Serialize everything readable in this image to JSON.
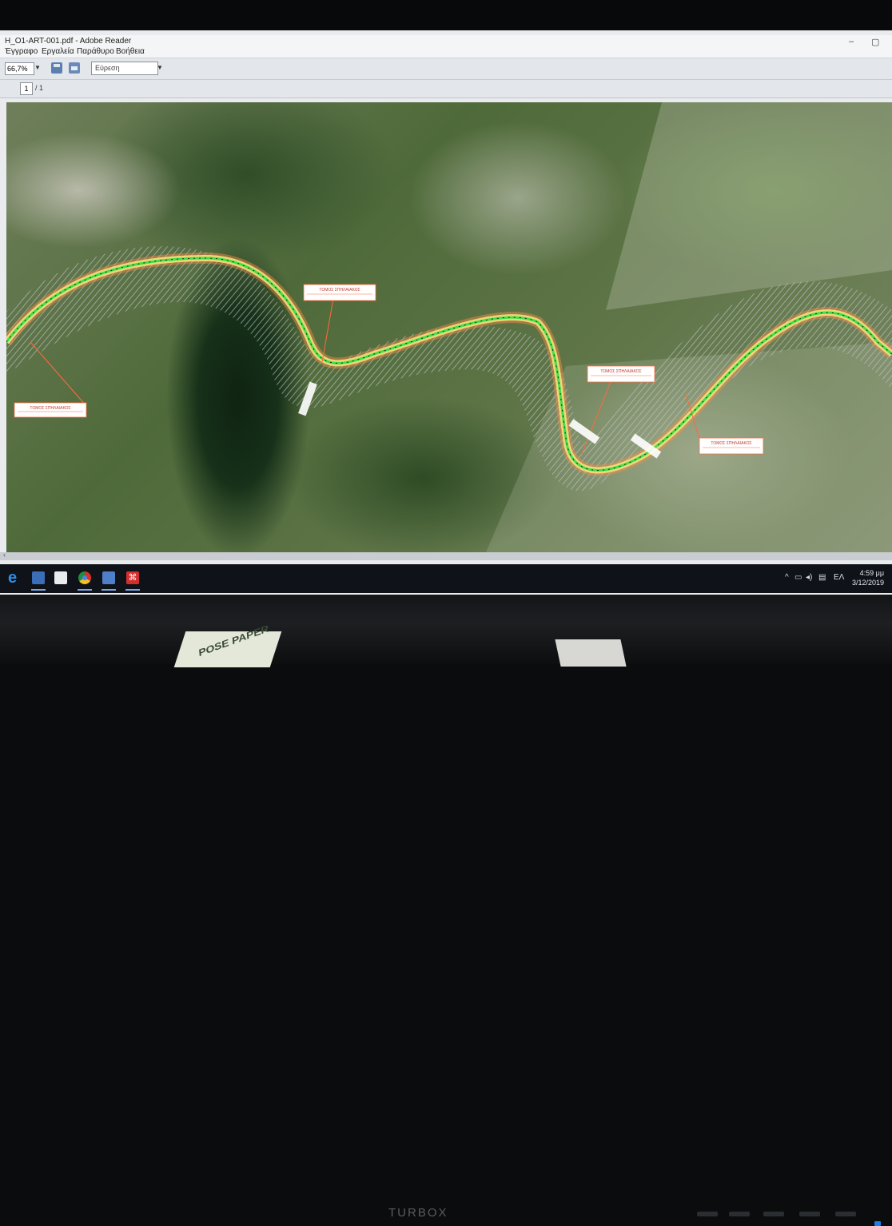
{
  "window": {
    "title": "H_O1-ART-001.pdf - Adobe Reader",
    "menu": [
      "Έγγραφο",
      "Εργαλεία",
      "Παράθυρο",
      "Βοήθεια"
    ],
    "minimize": "–",
    "restore": "▢"
  },
  "toolbar": {
    "zoom": "66,7%",
    "search_placeholder": "Εύρεση"
  },
  "nav": {
    "page_current": "1",
    "page_total": "/ 1"
  },
  "map_labels": [
    {
      "title": "ΤΟΜΟΣ ΣΠΗΛΑΙΑΚΟΣ"
    },
    {
      "title": "ΤΟΜΟΣ ΣΠΗΛΑΙΑΚΟΣ"
    },
    {
      "title": "ΤΟΜΟΣ ΣΠΗΛΑΙΑΚΟΣ"
    },
    {
      "title": "ΤΟΜΟΣ ΣΠΗΛΑΙΑΚΟΣ"
    }
  ],
  "taskbar": {
    "tray_language": "ΕΛ",
    "time": "4:59 μμ",
    "date": "3/12/2019"
  },
  "monitor": {
    "brand": "TURBOX",
    "paper_text": "POSE PAPER"
  },
  "colors": {
    "road_green": "#3fe04a",
    "road_yellow": "#f3e27a",
    "road_red": "#ff6a3d",
    "hatch_gray": "#b9bcc2",
    "taskbar": "#0f1218",
    "accent_blue": "#1e7fe0"
  }
}
